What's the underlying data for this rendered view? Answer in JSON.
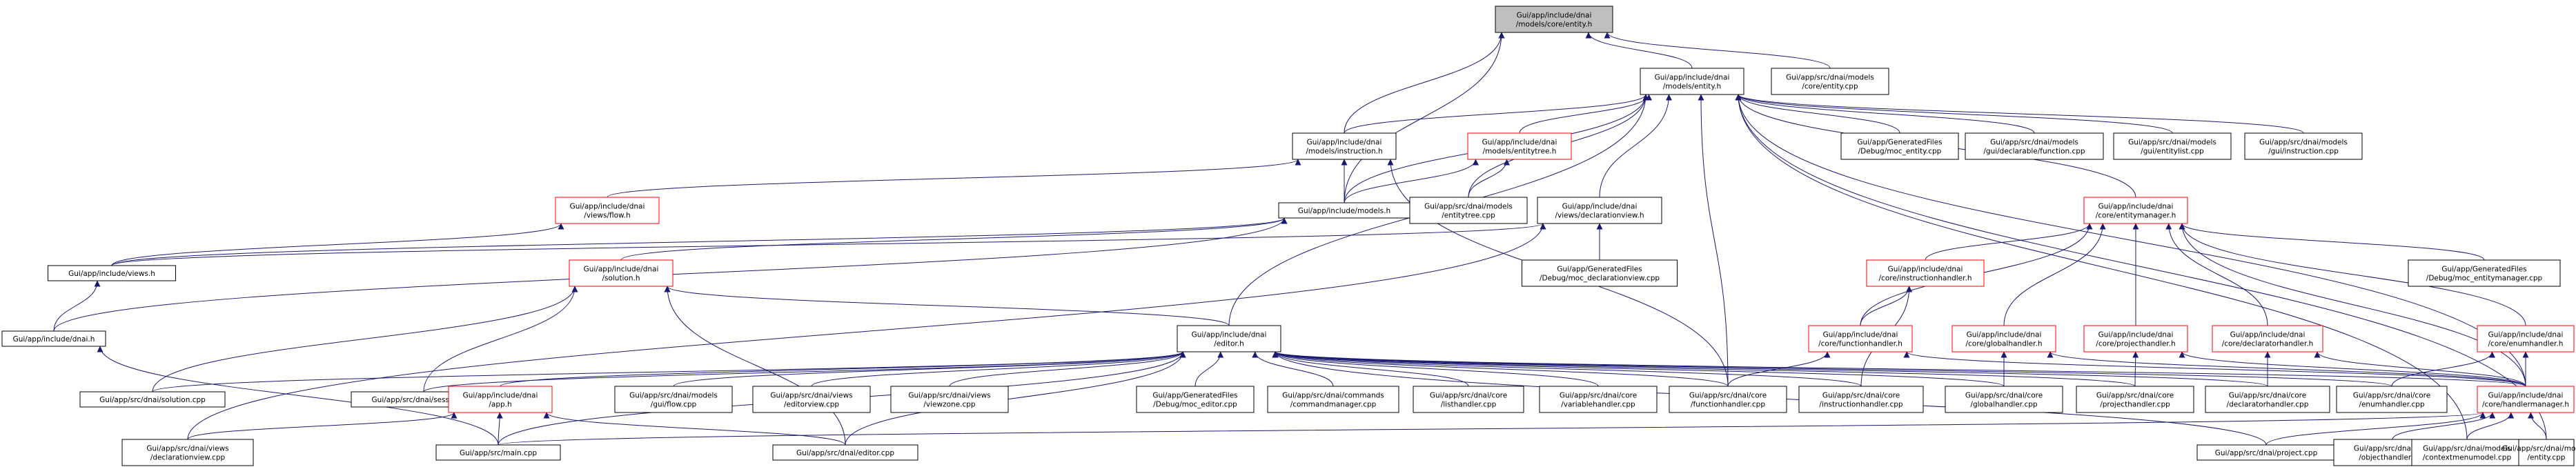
{
  "colors": {
    "edge": "#191970",
    "node_border": "#000000",
    "node_border_incomplete": "#ff0000",
    "root_fill": "#bfbfbf",
    "background": "#ffffff"
  },
  "nodes": [
    {
      "id": "root",
      "lines": [
        "Gui/app/include/dnai",
        "/models/core/entity.h"
      ],
      "style": "root"
    },
    {
      "id": "models_entity_h",
      "lines": [
        "Gui/app/include/dnai",
        "/models/entity.h"
      ]
    },
    {
      "id": "src_core_entity_cpp",
      "lines": [
        "Gui/app/src/dnai/models",
        "/core/entity.cpp"
      ]
    },
    {
      "id": "instruction_h",
      "lines": [
        "Gui/app/include/dnai",
        "/models/instruction.h"
      ]
    },
    {
      "id": "entitytree_h",
      "lines": [
        "Gui/app/include/dnai",
        "/models/entitytree.h"
      ],
      "style": "red"
    },
    {
      "id": "moc_entity_cpp",
      "lines": [
        "Gui/app/GeneratedFiles",
        "/Debug/moc_entity.cpp"
      ]
    },
    {
      "id": "gui_declarable_function_cpp",
      "lines": [
        "Gui/app/src/dnai/models",
        "/gui/declarable/function.cpp"
      ]
    },
    {
      "id": "gui_entitylist_cpp",
      "lines": [
        "Gui/app/src/dnai/models",
        "/gui/entitylist.cpp"
      ]
    },
    {
      "id": "gui_instruction_cpp",
      "lines": [
        "Gui/app/src/dnai/models",
        "/gui/instruction.cpp"
      ]
    },
    {
      "id": "views_flow_h",
      "lines": [
        "Gui/app/include/dnai",
        "/views/flow.h"
      ],
      "style": "red"
    },
    {
      "id": "models_h",
      "lines": [
        "Gui/app/include/models.h"
      ]
    },
    {
      "id": "entitytree_cpp",
      "lines": [
        "Gui/app/src/dnai/models",
        "/entitytree.cpp"
      ]
    },
    {
      "id": "declarationview_h",
      "lines": [
        "Gui/app/include/dnai",
        "/views/declarationview.h"
      ]
    },
    {
      "id": "entitymanager_h",
      "lines": [
        "Gui/app/include/dnai",
        "/core/entitymanager.h"
      ],
      "style": "red"
    },
    {
      "id": "views_h",
      "lines": [
        "Gui/app/include/views.h"
      ]
    },
    {
      "id": "solution_h",
      "lines": [
        "Gui/app/include/dnai",
        "/solution.h"
      ],
      "style": "red"
    },
    {
      "id": "moc_declarationview_cpp",
      "lines": [
        "Gui/app/GeneratedFiles",
        "/Debug/moc_declarationview.cpp"
      ]
    },
    {
      "id": "instructionhandler_h",
      "lines": [
        "Gui/app/include/dnai",
        "/core/instructionhandler.h"
      ],
      "style": "red"
    },
    {
      "id": "moc_entitymanager_cpp",
      "lines": [
        "Gui/app/GeneratedFiles",
        "/Debug/moc_entitymanager.cpp"
      ]
    },
    {
      "id": "dnai_h",
      "lines": [
        "Gui/app/include/dnai.h"
      ]
    },
    {
      "id": "editor_h",
      "lines": [
        "Gui/app/include/dnai",
        "/editor.h"
      ]
    },
    {
      "id": "functionhandler_h",
      "lines": [
        "Gui/app/include/dnai",
        "/core/functionhandler.h"
      ],
      "style": "red"
    },
    {
      "id": "globalhandler_h",
      "lines": [
        "Gui/app/include/dnai",
        "/core/globalhandler.h"
      ],
      "style": "red"
    },
    {
      "id": "projecthandler_h",
      "lines": [
        "Gui/app/include/dnai",
        "/core/projecthandler.h"
      ],
      "style": "red"
    },
    {
      "id": "declaratorhandler_h",
      "lines": [
        "Gui/app/include/dnai",
        "/core/declaratorhandler.h"
      ],
      "style": "red"
    },
    {
      "id": "enumhandler_h",
      "lines": [
        "Gui/app/include/dnai",
        "/core/enumhandler.h"
      ],
      "style": "red"
    },
    {
      "id": "solution_cpp",
      "lines": [
        "Gui/app/src/dnai/solution.cpp"
      ]
    },
    {
      "id": "session_cpp",
      "lines": [
        "Gui/app/src/dnai/session.cpp"
      ]
    },
    {
      "id": "app_h",
      "lines": [
        "Gui/app/include/dnai",
        "/app.h"
      ],
      "style": "red"
    },
    {
      "id": "gui_flow_cpp",
      "lines": [
        "Gui/app/src/dnai/models",
        "/gui/flow.cpp"
      ]
    },
    {
      "id": "editorview_cpp",
      "lines": [
        "Gui/app/src/dnai/views",
        "/editorview.cpp"
      ]
    },
    {
      "id": "viewzone_cpp",
      "lines": [
        "Gui/app/src/dnai/views",
        "/viewzone.cpp"
      ]
    },
    {
      "id": "moc_editor_cpp",
      "lines": [
        "Gui/app/GeneratedFiles",
        "/Debug/moc_editor.cpp"
      ]
    },
    {
      "id": "commandmanager_cpp",
      "lines": [
        "Gui/app/src/dnai/commands",
        "/commandmanager.cpp"
      ]
    },
    {
      "id": "listhandler_cpp",
      "lines": [
        "Gui/app/src/dnai/core",
        "/listhandler.cpp"
      ]
    },
    {
      "id": "variablehandler_cpp",
      "lines": [
        "Gui/app/src/dnai/core",
        "/variablehandler.cpp"
      ]
    },
    {
      "id": "functionhandler_cpp",
      "lines": [
        "Gui/app/src/dnai/core",
        "/functionhandler.cpp"
      ]
    },
    {
      "id": "instructionhandler_cpp",
      "lines": [
        "Gui/app/src/dnai/core",
        "/instructionhandler.cpp"
      ]
    },
    {
      "id": "globalhandler_cpp",
      "lines": [
        "Gui/app/src/dnai/core",
        "/globalhandler.cpp"
      ]
    },
    {
      "id": "projecthandler_cpp",
      "lines": [
        "Gui/app/src/dnai/core",
        "/projecthandler.cpp"
      ]
    },
    {
      "id": "declaratorhandler_cpp",
      "lines": [
        "Gui/app/src/dnai/core",
        "/declaratorhandler.cpp"
      ]
    },
    {
      "id": "enumhandler_cpp",
      "lines": [
        "Gui/app/src/dnai/core",
        "/enumhandler.cpp"
      ]
    },
    {
      "id": "handlermanager_h",
      "lines": [
        "Gui/app/include/dnai",
        "/core/handlermanager.h"
      ],
      "style": "red"
    },
    {
      "id": "views_declarationview_cpp",
      "lines": [
        "Gui/app/src/dnai/views",
        "/declarationview.cpp"
      ]
    },
    {
      "id": "main_cpp",
      "lines": [
        "Gui/app/src/main.cpp"
      ]
    },
    {
      "id": "editor_cpp",
      "lines": [
        "Gui/app/src/dnai/editor.cpp"
      ]
    },
    {
      "id": "project_cpp",
      "lines": [
        "Gui/app/src/dnai/project.cpp"
      ]
    },
    {
      "id": "objecthandler_cpp",
      "lines": [
        "Gui/app/src/dnai/core",
        "/objecthandler.cpp"
      ]
    },
    {
      "id": "contextmenumodel_cpp",
      "lines": [
        "Gui/app/src/dnai/models",
        "/contextmenumodel.cpp"
      ]
    },
    {
      "id": "models_entity_cpp",
      "lines": [
        "Gui/app/src/dnai/models",
        "/entity.cpp"
      ]
    }
  ],
  "edges": [
    [
      "models_entity_h",
      "root"
    ],
    [
      "src_core_entity_cpp",
      "root"
    ],
    [
      "instruction_h",
      "root"
    ],
    [
      "models_h",
      "root"
    ],
    [
      "instruction_h",
      "models_entity_h"
    ],
    [
      "entitytree_h",
      "models_entity_h"
    ],
    [
      "moc_entity_cpp",
      "models_entity_h"
    ],
    [
      "gui_declarable_function_cpp",
      "models_entity_h"
    ],
    [
      "gui_entitylist_cpp",
      "models_entity_h"
    ],
    [
      "gui_instruction_cpp",
      "models_entity_h"
    ],
    [
      "models_h",
      "models_entity_h"
    ],
    [
      "entitytree_cpp",
      "models_entity_h"
    ],
    [
      "declarationview_h",
      "models_entity_h"
    ],
    [
      "entitymanager_h",
      "models_entity_h"
    ],
    [
      "editor_h",
      "models_entity_h"
    ],
    [
      "functionhandler_cpp",
      "models_entity_h"
    ],
    [
      "handlermanager_h",
      "models_entity_h"
    ],
    [
      "contextmenumodel_cpp",
      "models_entity_h"
    ],
    [
      "models_entity_cpp",
      "models_entity_h"
    ],
    [
      "views_flow_h",
      "instruction_h"
    ],
    [
      "models_h",
      "instruction_h"
    ],
    [
      "functionhandler_cpp",
      "instruction_h"
    ],
    [
      "models_h",
      "entitytree_h"
    ],
    [
      "entitytree_cpp",
      "entitytree_h"
    ],
    [
      "views_h",
      "views_flow_h"
    ],
    [
      "views_h",
      "models_h"
    ],
    [
      "dnai_h",
      "models_h"
    ],
    [
      "solution_h",
      "models_h"
    ],
    [
      "views_h",
      "declarationview_h"
    ],
    [
      "moc_declarationview_cpp",
      "declarationview_h"
    ],
    [
      "views_declarationview_cpp",
      "declarationview_h"
    ],
    [
      "dnai_h",
      "views_h"
    ],
    [
      "solution_cpp",
      "solution_h"
    ],
    [
      "session_cpp",
      "solution_h"
    ],
    [
      "editor_h",
      "solution_h"
    ],
    [
      "editor_cpp",
      "solution_h"
    ],
    [
      "main_cpp",
      "dnai_h"
    ],
    [
      "solution_cpp",
      "editor_h"
    ],
    [
      "session_cpp",
      "editor_h"
    ],
    [
      "app_h",
      "editor_h"
    ],
    [
      "gui_flow_cpp",
      "editor_h"
    ],
    [
      "editorview_cpp",
      "editor_h"
    ],
    [
      "viewzone_cpp",
      "editor_h"
    ],
    [
      "moc_editor_cpp",
      "editor_h"
    ],
    [
      "commandmanager_cpp",
      "editor_h"
    ],
    [
      "listhandler_cpp",
      "editor_h"
    ],
    [
      "variablehandler_cpp",
      "editor_h"
    ],
    [
      "functionhandler_cpp",
      "editor_h"
    ],
    [
      "instructionhandler_cpp",
      "editor_h"
    ],
    [
      "globalhandler_cpp",
      "editor_h"
    ],
    [
      "projecthandler_cpp",
      "editor_h"
    ],
    [
      "declaratorhandler_cpp",
      "editor_h"
    ],
    [
      "enumhandler_cpp",
      "editor_h"
    ],
    [
      "handlermanager_h",
      "editor_h"
    ],
    [
      "main_cpp",
      "editor_h"
    ],
    [
      "editor_cpp",
      "editor_h"
    ],
    [
      "project_cpp",
      "editor_h"
    ],
    [
      "instructionhandler_h",
      "entitymanager_h"
    ],
    [
      "moc_entitymanager_cpp",
      "entitymanager_h"
    ],
    [
      "functionhandler_h",
      "entitymanager_h"
    ],
    [
      "globalhandler_h",
      "entitymanager_h"
    ],
    [
      "projecthandler_h",
      "entitymanager_h"
    ],
    [
      "declaratorhandler_h",
      "entitymanager_h"
    ],
    [
      "enumhandler_h",
      "entitymanager_h"
    ],
    [
      "handlermanager_h",
      "entitymanager_h"
    ],
    [
      "functionhandler_h",
      "instructionhandler_h"
    ],
    [
      "instructionhandler_cpp",
      "instructionhandler_h"
    ],
    [
      "functionhandler_cpp",
      "functionhandler_h"
    ],
    [
      "handlermanager_h",
      "functionhandler_h"
    ],
    [
      "globalhandler_cpp",
      "globalhandler_h"
    ],
    [
      "handlermanager_h",
      "globalhandler_h"
    ],
    [
      "projecthandler_cpp",
      "projecthandler_h"
    ],
    [
      "handlermanager_h",
      "projecthandler_h"
    ],
    [
      "declaratorhandler_cpp",
      "declaratorhandler_h"
    ],
    [
      "handlermanager_h",
      "declaratorhandler_h"
    ],
    [
      "enumhandler_cpp",
      "enumhandler_h"
    ],
    [
      "handlermanager_h",
      "enumhandler_h"
    ],
    [
      "views_declarationview_cpp",
      "app_h"
    ],
    [
      "main_cpp",
      "app_h"
    ],
    [
      "editor_cpp",
      "app_h"
    ],
    [
      "main_cpp",
      "handlermanager_h"
    ],
    [
      "project_cpp",
      "handlermanager_h"
    ],
    [
      "objecthandler_cpp",
      "handlermanager_h"
    ],
    [
      "contextmenumodel_cpp",
      "handlermanager_h"
    ],
    [
      "models_entity_cpp",
      "handlermanager_h"
    ]
  ]
}
